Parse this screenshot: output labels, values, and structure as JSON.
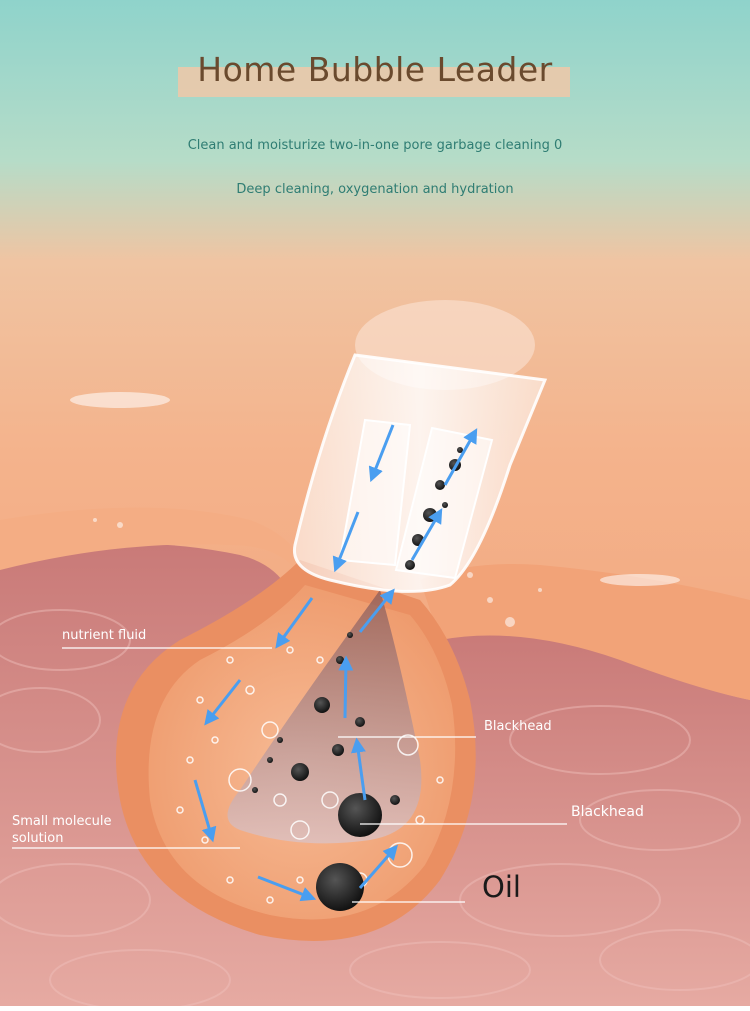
{
  "title": "Home Bubble Leader",
  "subtitle_1": "Clean and moisturize two-in-one pore garbage cleaning 0",
  "subtitle_2": "Deep cleaning, oxygenation and hydration",
  "labels": {
    "nutrient_fluid": "nutrient fluid",
    "blackhead_1": "Blackhead",
    "blackhead_2": "Blackhead",
    "small_molecule_line1": "Small molecule",
    "small_molecule_line2": "solution",
    "oil": "Oil"
  },
  "colors": {
    "sky_top": "#8fd3cb",
    "skin_peach": "#f2a77c",
    "skin_deep": "#e8875e",
    "tissue": "#d58a86",
    "arrow_blue": "#4a9ef0",
    "title_text": "#6a4a2e",
    "subtitle_text": "#2f7d73"
  }
}
